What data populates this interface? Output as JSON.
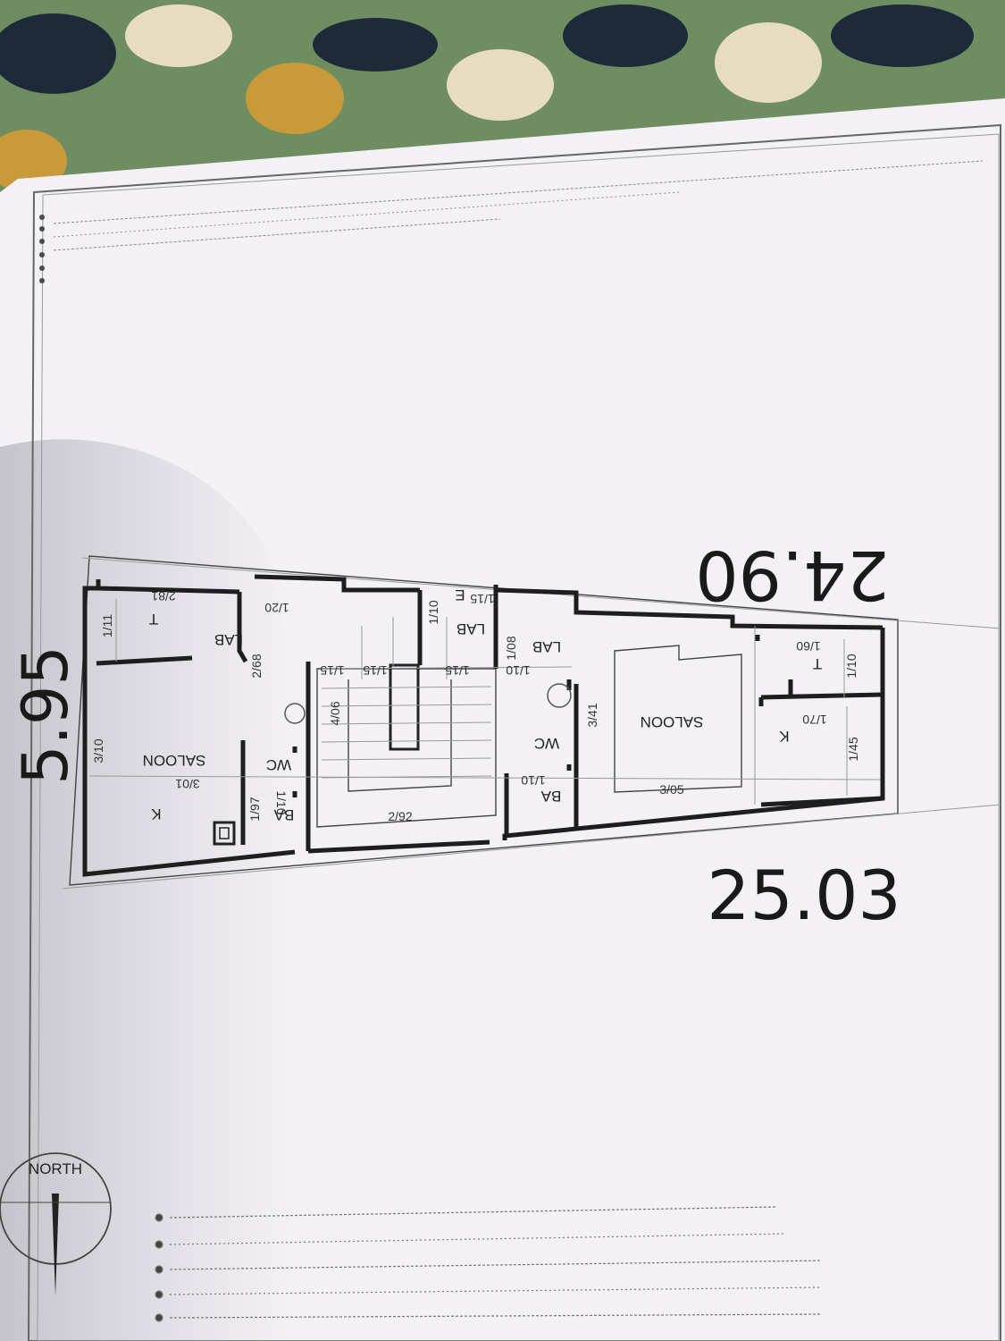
{
  "dimensions": {
    "top": "24.90",
    "bottom": "25.03",
    "side": "5.95"
  },
  "compass": {
    "label": "NORTH"
  },
  "rooms": {
    "saloon_left": "SALOON",
    "saloon_right": "SALOON",
    "kitchen_left": "K",
    "kitchen_right": "K",
    "terrace_left": "T",
    "terrace_right": "T",
    "wc_left": "WC",
    "wc_right": "WC",
    "bath_left": "BA",
    "bath_right": "BA",
    "lab_left": "LAB",
    "lab_mid": "LAB",
    "lab_right": "LAB",
    "entrance": "E"
  },
  "measurements": {
    "m_281": "2/81",
    "m_111": "1/11",
    "m_120": "1/20",
    "m_268": "2/68",
    "m_310": "3/10",
    "m_301": "3/01",
    "m_197": "1/97",
    "m_110a": "1/10",
    "m_406": "4/06",
    "m_115a": "1/15",
    "m_115b": "1/15",
    "m_115c": "1/15",
    "m_115d": "1/15",
    "m_110b": "1/10",
    "m_110c": "1/10",
    "m_292": "2/92",
    "m_108": "1/08",
    "m_110d": "1/10",
    "m_341": "3/41",
    "m_305": "3/05",
    "m_160": "1/60",
    "m_110e": "1/10",
    "m_170": "1/70",
    "m_145": "1/45"
  },
  "colors": {
    "paper": "#f3f1f6",
    "carpet": "#6f8f62",
    "ink": "#1e1e1e",
    "shadow": "#c9c7cf"
  }
}
